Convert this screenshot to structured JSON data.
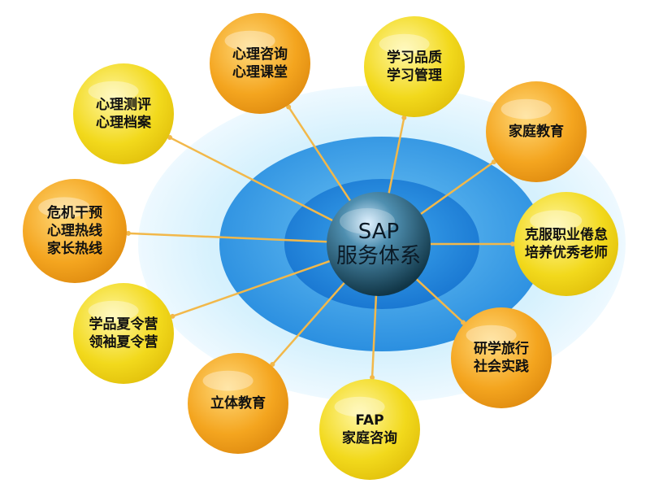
{
  "center": {
    "lines": [
      "SAP",
      "服务体系"
    ]
  },
  "nodes": [
    {
      "id": "counseling",
      "lines": [
        "心理咨询",
        "心理课堂"
      ],
      "tone": "orange"
    },
    {
      "id": "study",
      "lines": [
        "学习品质",
        "学习管理"
      ],
      "tone": "yellow"
    },
    {
      "id": "family-edu",
      "lines": [
        "家庭教育"
      ],
      "tone": "orange"
    },
    {
      "id": "burnout",
      "lines": [
        "克服职业倦怠",
        "培养优秀老师"
      ],
      "tone": "yellow"
    },
    {
      "id": "travel",
      "lines": [
        "研学旅行",
        "社会实践"
      ],
      "tone": "orange"
    },
    {
      "id": "fap",
      "lines": [
        "FAP",
        "家庭咨询"
      ],
      "tone": "yellow"
    },
    {
      "id": "3d-edu",
      "lines": [
        "立体教育"
      ],
      "tone": "orange"
    },
    {
      "id": "camp",
      "lines": [
        "学品夏令营",
        "领袖夏令营"
      ],
      "tone": "yellow"
    },
    {
      "id": "hotline",
      "lines": [
        "危机干预",
        "心理热线",
        "家长热线"
      ],
      "tone": "orange"
    },
    {
      "id": "assessment",
      "lines": [
        "心理测评",
        "心理档案"
      ],
      "tone": "yellow"
    }
  ],
  "colors": {
    "orange": "#f3a21d",
    "yellow": "#f2d61a",
    "connector": "#f2b84a",
    "ring_outer": "#cfeefc",
    "ring_mid": "#3aa3e8",
    "ring_inner": "#1c7fd6",
    "core": "#2a5d77"
  }
}
